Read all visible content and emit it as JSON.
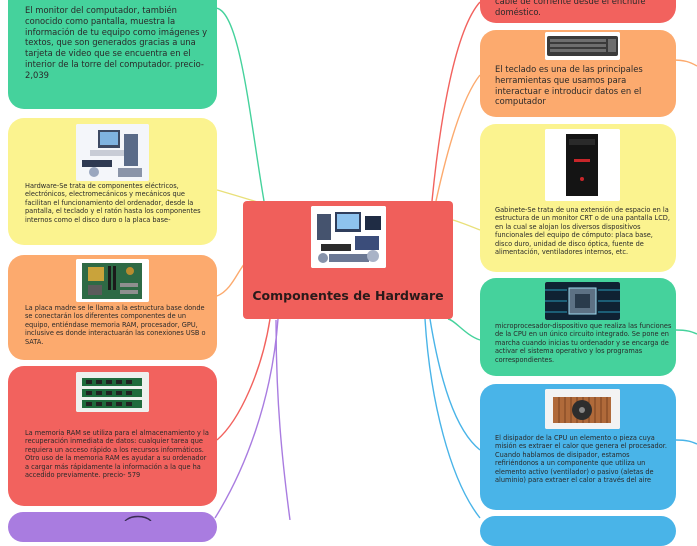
{
  "central": {
    "title": "Componentes de Hardware"
  },
  "colors": {
    "green": "#45d29c",
    "yellow": "#fbf38f",
    "orange": "#fcaa6e",
    "red": "#f2625e",
    "purple": "#a97ce0",
    "blue": "#49b4e8",
    "center": "#f05f5b"
  },
  "left_nodes": [
    {
      "id": "monitor",
      "text": "El monitor del computador, también conocido como pantalla,  muestra la información de tu equipo como imágenes y textos, que son generados gracias a una tarjeta de video que se encuentra en el interior de la torre del computador. precio-  2,039"
    },
    {
      "id": "hardware",
      "image": "computer-hardware-image",
      "text": "Hardware-Se trata de componentes eléctricos, electrónicos, electromecánicos y mecánicos que facilitan el funcionamiento del ordenador, desde la pantalla, el teclado y el ratón hasta los componentes internos como el disco duro o la placa base-"
    },
    {
      "id": "motherboard",
      "image": "motherboard-image",
      "text": "La placa madre se le llama a la estructura base donde se conectarán los diferentes componentes de un equipo, entiéndase memoria RAM, procesador, GPU, inclusive es donde interactuarán las conexiones USB o SATA."
    },
    {
      "id": "ram",
      "image": "ram-image",
      "text": "La memoria RAM se utiliza para el almacenamiento y la recuperación inmediata de datos: cualquier tarea que requiera un acceso rápido a los recursos informáticos. Otro uso de la memoria RAM es ayudar a su ordenador a cargar más rápidamente la información a la que ha accedido previamente. precio-  579"
    }
  ],
  "right_nodes": [
    {
      "id": "power",
      "text": "cable de corriente desde el enchufe doméstico."
    },
    {
      "id": "keyboard",
      "image": "keyboard-image",
      "text": "El teclado es una de las principales herramientas que usamos para interactuar e introducir datos en el computador"
    },
    {
      "id": "cabinet",
      "image": "pc-tower-image",
      "text": " Gabinete-Se trata de una extensión de espacio en la estructura de un monitor CRT o de una pantalla LCD, en la cual se alojan los diversos dispositivos funcionales del equipo de cómputo: placa base, disco duro, unidad de disco óptica, fuente de alimentación, ventiladores internos, etc."
    },
    {
      "id": "cpu",
      "image": "cpu-image",
      "text": "microprocesador-dispositivo que realiza las funciones de la CPU en un único circuito integrado. Se pone en marcha cuando inicias tu ordenador y se encarga de activar el sistema operativo y los programas correspondientes."
    },
    {
      "id": "heatsink",
      "image": "heatsink-image",
      "text": "El disipador de la CPU un elemento o pieza cuya misión es extraer el calor que genera el procesador. Cuando hablamos de disipador, estamos refiriéndonos a un componente que utiliza un elemento activo (ventilador) o pasivo (aletas de aluminio) para extraer el calor a través del aire"
    }
  ]
}
